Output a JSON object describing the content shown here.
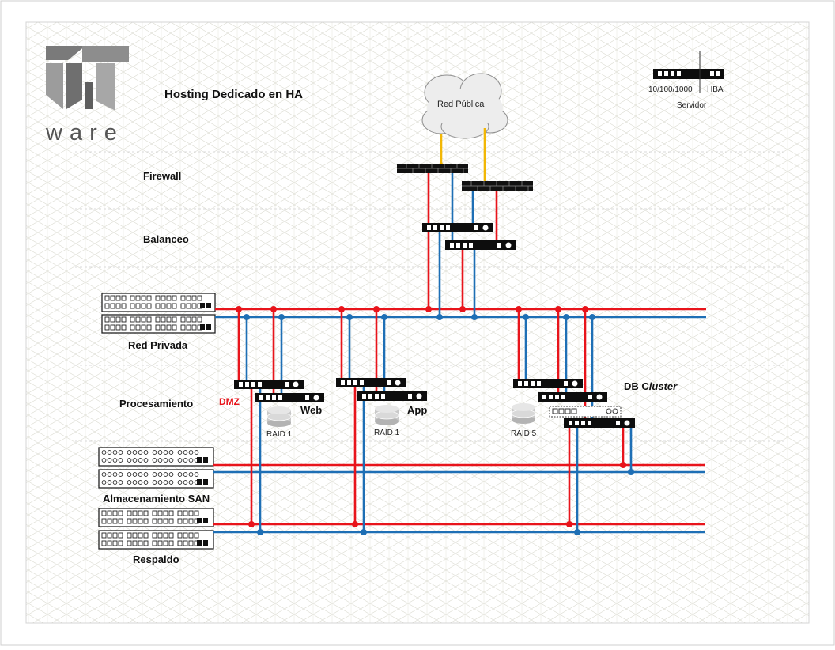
{
  "logo": {
    "word": "ware"
  },
  "title": "Hosting Dedicado en HA",
  "cloud": {
    "label": "Red Pública"
  },
  "legend": {
    "port_label": "10/100/1000",
    "hba_label": "HBA",
    "server_label": "Servidor"
  },
  "layers": {
    "firewall": "Firewall",
    "balanceo": "Balanceo",
    "red_privada": "Red Privada",
    "procesamiento": "Procesamiento",
    "almacenamiento": "Almacenamiento SAN",
    "respaldo": "Respaldo"
  },
  "groups": {
    "dmz": "DMZ",
    "web": "Web",
    "app": "App",
    "db_prefix": "DB C",
    "db_suffix": "luster"
  },
  "raids": {
    "web": "RAID 1",
    "app": "RAID 1",
    "db": "RAID 5"
  },
  "colors": {
    "red_net": "#e8141b",
    "blue_net": "#1e6fb5",
    "internet_link": "#f2b705",
    "device": "#0d0d0d"
  }
}
